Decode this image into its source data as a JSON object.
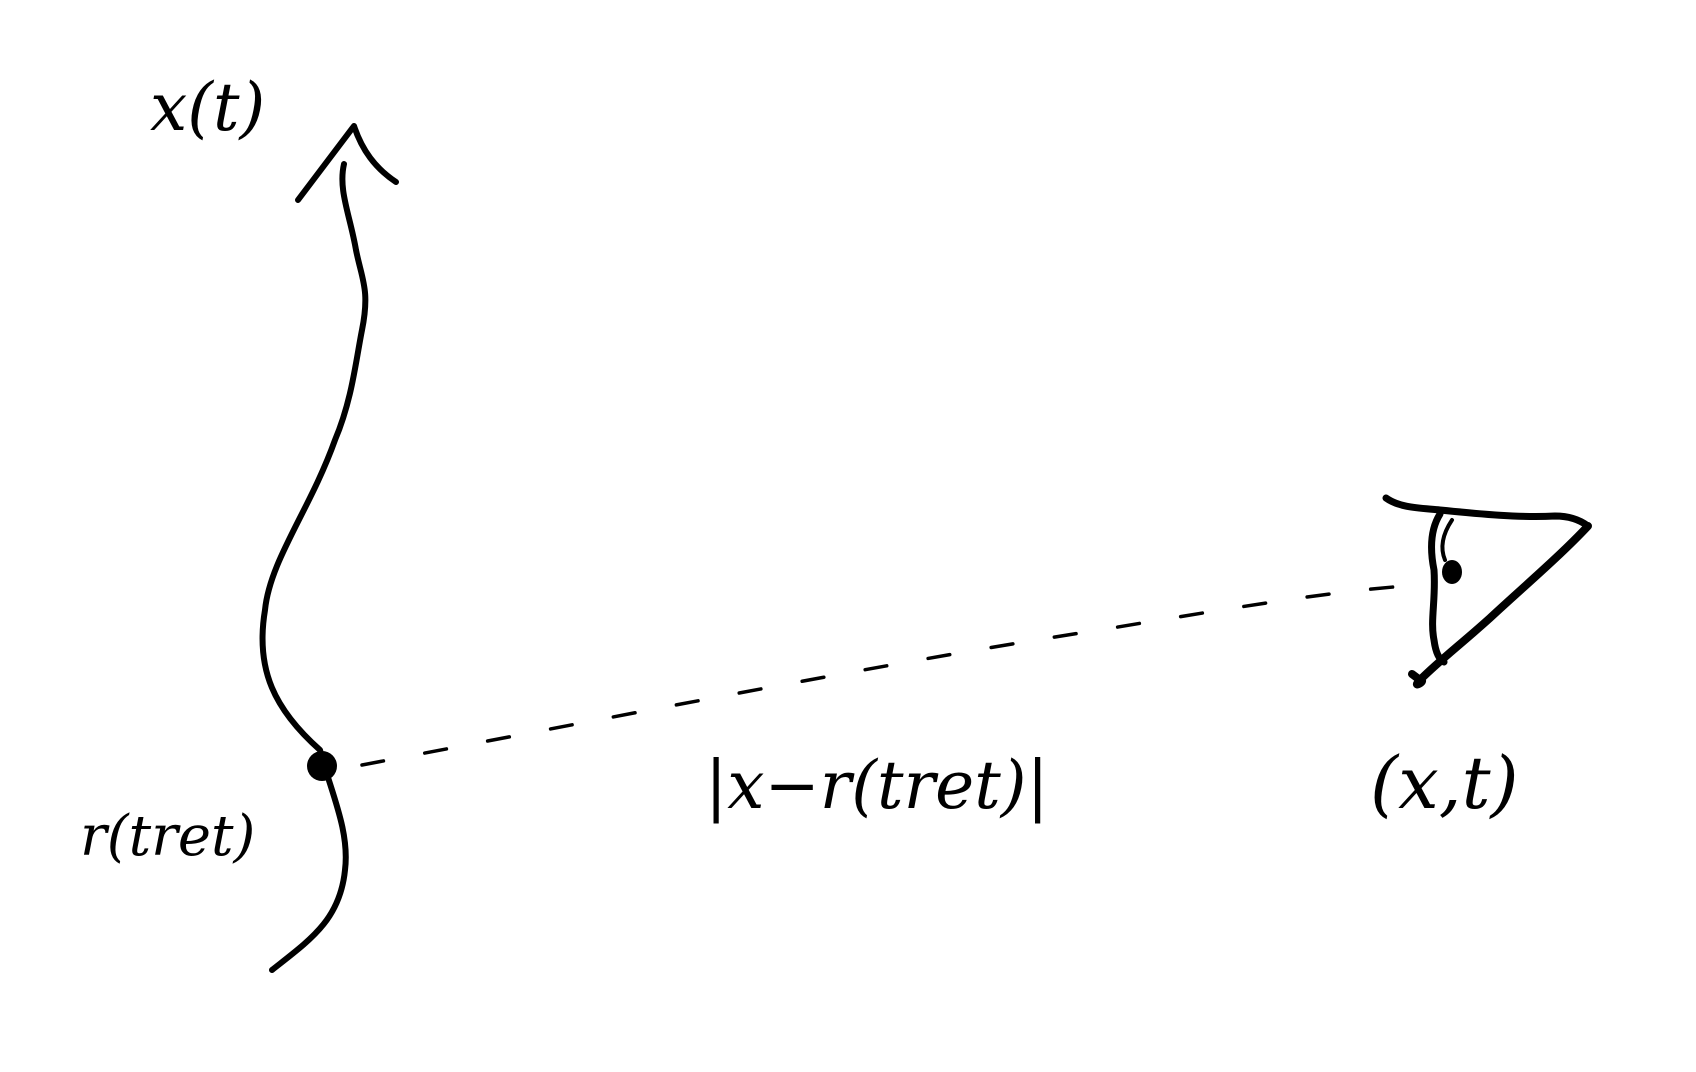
{
  "labels": {
    "trajectory": "x(t)",
    "retarded_position": "r(tret)",
    "separation": "|x−r(tret)|",
    "observation_point": "(x,t)"
  },
  "colors": {
    "ink": "#000000",
    "background": "#ffffff"
  },
  "icons": {
    "observer": "eye-icon",
    "arrow": "arrowhead-icon",
    "point": "dot-icon"
  }
}
